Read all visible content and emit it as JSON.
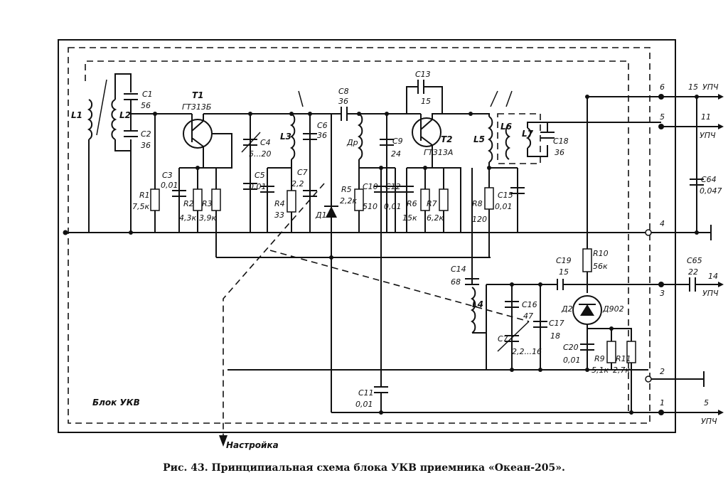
{
  "caption": "Рис. 43. Принципиальная схема блока УКВ приемника «Океан-205».",
  "block_label": "Блок УКВ",
  "tuning_label": "Настройка",
  "components": {
    "L1": "L1",
    "L2": "L2",
    "L3": "L3",
    "L4": "L4",
    "L5": "L5",
    "L6": "L6",
    "L7": "L7",
    "Dr": "Др",
    "T1": "T1",
    "T1_type": "ГТ313Б",
    "T2": "T2",
    "T2_type": "ГТ313А",
    "C1": "C1",
    "C1_val": "56",
    "C2": "C2",
    "C2_val": "36",
    "C3": "C3",
    "C3_val": "0,01",
    "C4": "C4",
    "C4_val": "5...20",
    "C5": "C5",
    "C5_val": "0,01",
    "C6": "C6",
    "C6_val": "36",
    "C7": "C7",
    "C7_val": "2,2",
    "C8": "C8",
    "C8_val": "36",
    "C9": "C9",
    "C9_val": "24",
    "C10": "C10",
    "C10_val": "510",
    "C12": "C12",
    "C12_val": "0,01",
    "C13": "C13",
    "C13_val": "15",
    "C14": "C14",
    "C14_val": "68",
    "C15": "C15",
    "C15_val": "0,01",
    "C16": "C16",
    "C16_val": "47",
    "C17": "C17",
    "C17_val": "18",
    "C17b": "C7",
    "C17b_val": "2,2...16",
    "C18": "C18",
    "C18_val": "36",
    "C19": "C19",
    "C19_val": "15",
    "C20": "C20",
    "C20_val": "0,01",
    "C11": "C11",
    "C11_val": "0,01",
    "C64": "C64",
    "C64_val": "0,047",
    "C65": "C65",
    "C65_val": "22",
    "R1": "R1",
    "R1_val": "7,5к",
    "R2": "R2",
    "R2_val": "4,3к",
    "R3": "R3",
    "R3_val": "3,9к",
    "R4": "R4",
    "R4_val": "33",
    "R5": "R5",
    "R5_val": "2,2к",
    "R6": "R6",
    "R6_val": "15к",
    "R7": "R7",
    "R7_val": "6,2к",
    "R8": "R8",
    "R8_val": "120",
    "R9": "R9",
    "R9_val": "5,1к",
    "R10": "R10",
    "R10_val": "56к",
    "R11": "R11",
    "R11_val": "2,7к",
    "D1": "Д1",
    "D2": "Д2",
    "D2_type": "Д902"
  },
  "terminals": [
    {
      "pin": "6",
      "ext": "15",
      "dest": "УПЧ"
    },
    {
      "pin": "5",
      "ext": "11",
      "dest": "УПЧ"
    },
    {
      "pin": "4",
      "ext": "",
      "dest": ""
    },
    {
      "pin": "3",
      "ext": "14",
      "dest": "УПЧ"
    },
    {
      "pin": "2",
      "ext": "",
      "dest": ""
    },
    {
      "pin": "1",
      "ext": "5",
      "dest": "УПЧ"
    }
  ]
}
